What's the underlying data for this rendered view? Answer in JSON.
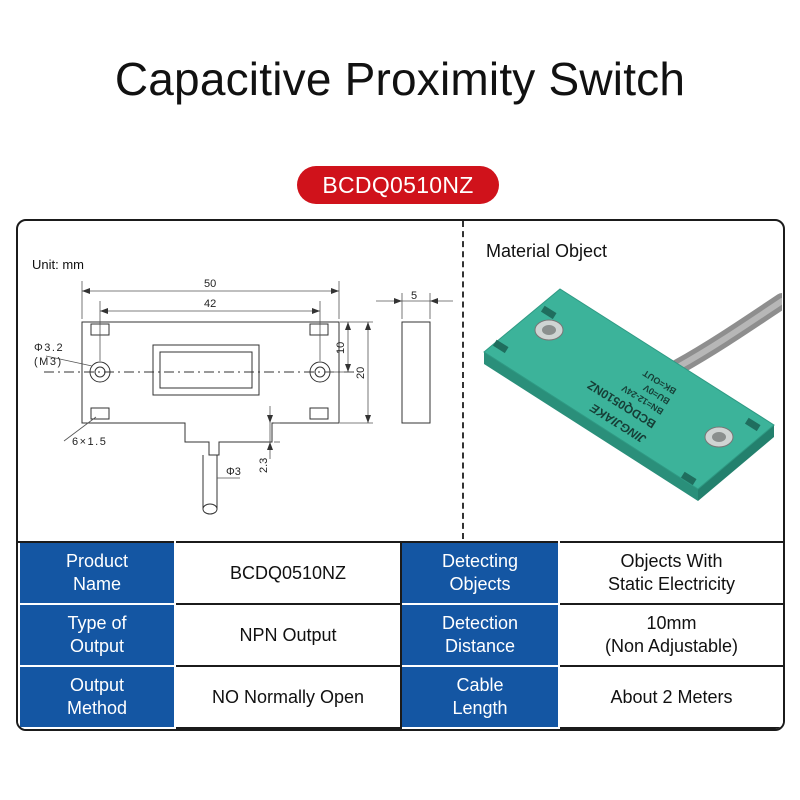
{
  "page": {
    "title": "Capacitive Proximity Switch",
    "model_badge": "BCDQ0510NZ"
  },
  "drawing": {
    "unit_label": "Unit: mm",
    "dim_50": "50",
    "dim_42": "42",
    "dim_5": "5",
    "dim_10": "10",
    "dim_20": "20",
    "hole_dia": "Φ3.2",
    "hole_thread": "(M3)",
    "slot_spec": "6×1.5",
    "cable_dia": "Φ3",
    "cable_offset": "2.3"
  },
  "photo": {
    "label": "Material Object",
    "engraving": [
      "JINGJIAKE",
      "BCDQ0510NZ",
      "BN=12-24V",
      "BU=0V",
      "BK=OUT"
    ],
    "colors": {
      "body": "#3cb39a",
      "cable": "#9a9a9a",
      "brand_red": "#d0121b",
      "header_blue": "#1456a3"
    }
  },
  "specs": [
    {
      "k1": "Product\nName",
      "v1": "BCDQ0510NZ",
      "k2": "Detecting\nObjects",
      "v2": "Objects With\nStatic Electricity"
    },
    {
      "k1": "Type of\nOutput",
      "v1": "NPN Output",
      "k2": "Detection\nDistance",
      "v2": "10mm\n(Non Adjustable)"
    },
    {
      "k1": "Output\nMethod",
      "v1": "NO Normally Open",
      "k2": "Cable\nLength",
      "v2": "About 2 Meters"
    }
  ]
}
